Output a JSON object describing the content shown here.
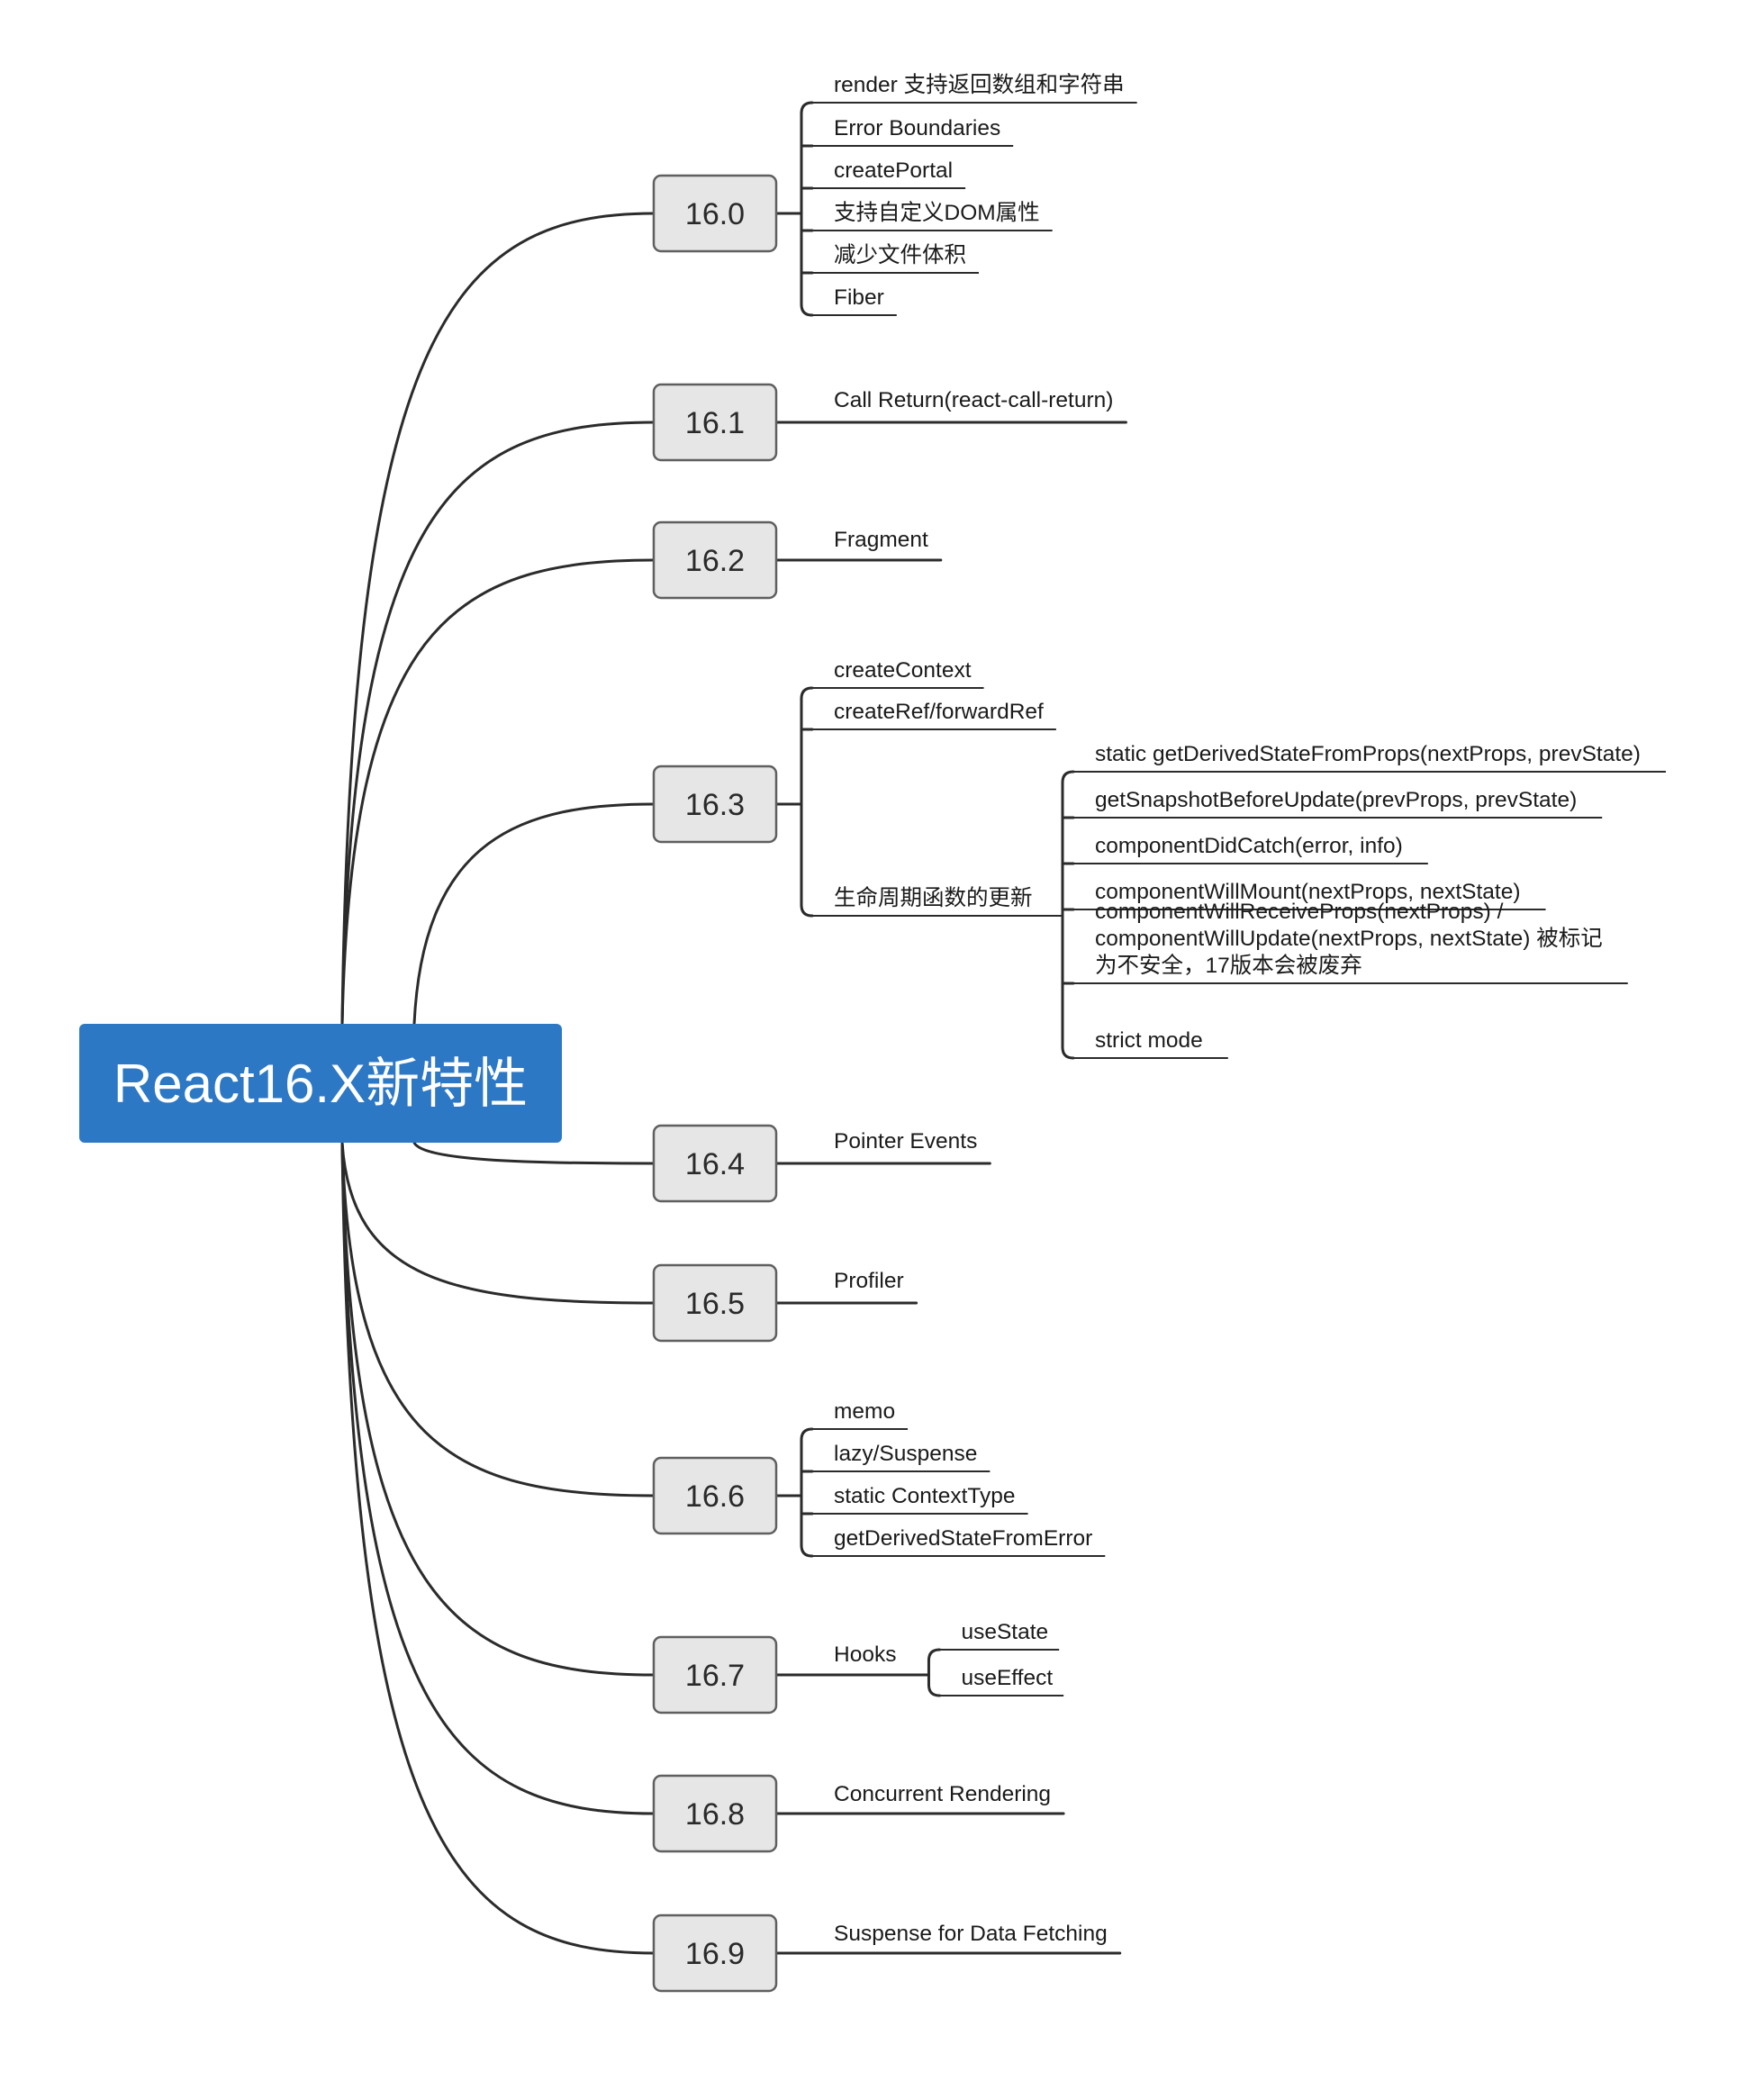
{
  "root": {
    "label": "React16.X新特性"
  },
  "versions": [
    {
      "label": "16.0",
      "items": [
        {
          "label": "render 支持返回数组和字符串"
        },
        {
          "label": "Error Boundaries"
        },
        {
          "label": "createPortal"
        },
        {
          "label": "支持自定义DOM属性"
        },
        {
          "label": "减少文件体积"
        },
        {
          "label": "Fiber"
        }
      ]
    },
    {
      "label": "16.1",
      "items": [
        {
          "label": "Call Return(react-call-return)"
        }
      ]
    },
    {
      "label": "16.2",
      "items": [
        {
          "label": "Fragment"
        }
      ]
    },
    {
      "label": "16.3",
      "items": [
        {
          "label": "createContext"
        },
        {
          "label": "createRef/forwardRef"
        },
        {
          "label": "生命周期函数的更新",
          "children": [
            {
              "label": "static getDerivedStateFromProps(nextProps, prevState)"
            },
            {
              "label": "getSnapshotBeforeUpdate(prevProps, prevState)"
            },
            {
              "label": "componentDidCatch(error, info)"
            },
            {
              "label": "componentWillMount(nextProps, nextState)"
            },
            {
              "label": "componentWillReceiveProps(nextProps) /\ncomponentWillUpdate(nextProps, nextState) 被标记\n为不安全，17版本会被废弃"
            },
            {
              "label": "strict mode"
            }
          ]
        }
      ]
    },
    {
      "label": "16.4",
      "items": [
        {
          "label": "Pointer Events"
        }
      ]
    },
    {
      "label": "16.5",
      "items": [
        {
          "label": "Profiler"
        }
      ]
    },
    {
      "label": "16.6",
      "items": [
        {
          "label": "memo"
        },
        {
          "label": "lazy/Suspense"
        },
        {
          "label": "static ContextType"
        },
        {
          "label": "getDerivedStateFromError"
        }
      ]
    },
    {
      "label": "16.7",
      "items": [
        {
          "label": "Hooks",
          "children": [
            {
              "label": "useState"
            },
            {
              "label": "useEffect"
            }
          ]
        }
      ]
    },
    {
      "label": "16.8",
      "items": [
        {
          "label": "Concurrent Rendering"
        }
      ]
    },
    {
      "label": "16.9",
      "items": [
        {
          "label": "Suspense for Data Fetching"
        }
      ]
    }
  ]
}
